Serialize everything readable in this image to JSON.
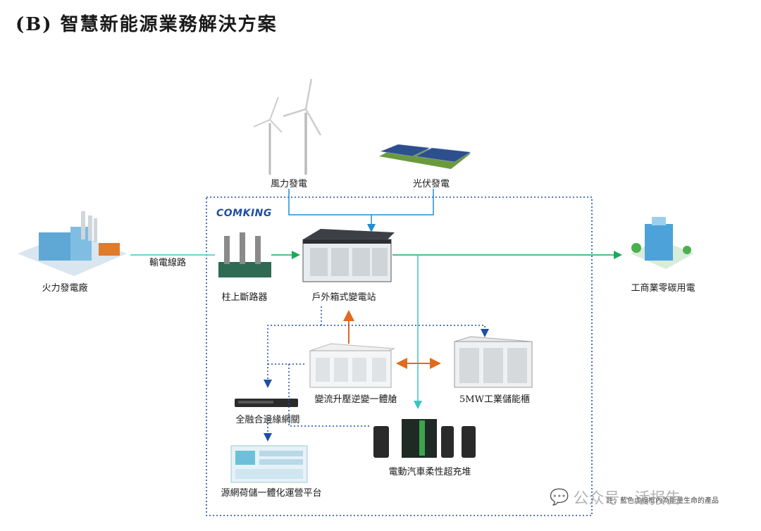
{
  "title": "(B)  智慧新能源業務解決方案",
  "brand": "COMKING",
  "labels": {
    "wind": "風力發電",
    "solar": "光伏發電",
    "thermal": "火力發電廠",
    "transmission": "輸電線路",
    "breaker": "柱上斷路器",
    "substation": "戶外箱式變電站",
    "commercial": "工商業零碳用電",
    "converter": "變流升壓逆變一體艙",
    "storage": "5MW工業儲能櫃",
    "gateway": "全融合邊緣網關",
    "platform": "源網荷儲一體化運營平台",
    "charger": "電動汽車柔性超充堆"
  },
  "note": "註：藍色虛線框內為能量生命的產品",
  "watermark": "公众号 · 活报告",
  "colors": {
    "blue_line": "#1e8fd0",
    "green_line": "#1aa85a",
    "orange_line": "#e06a1f",
    "teal_line": "#3cc6c0",
    "navy_dotted": "#1f4fa3"
  }
}
